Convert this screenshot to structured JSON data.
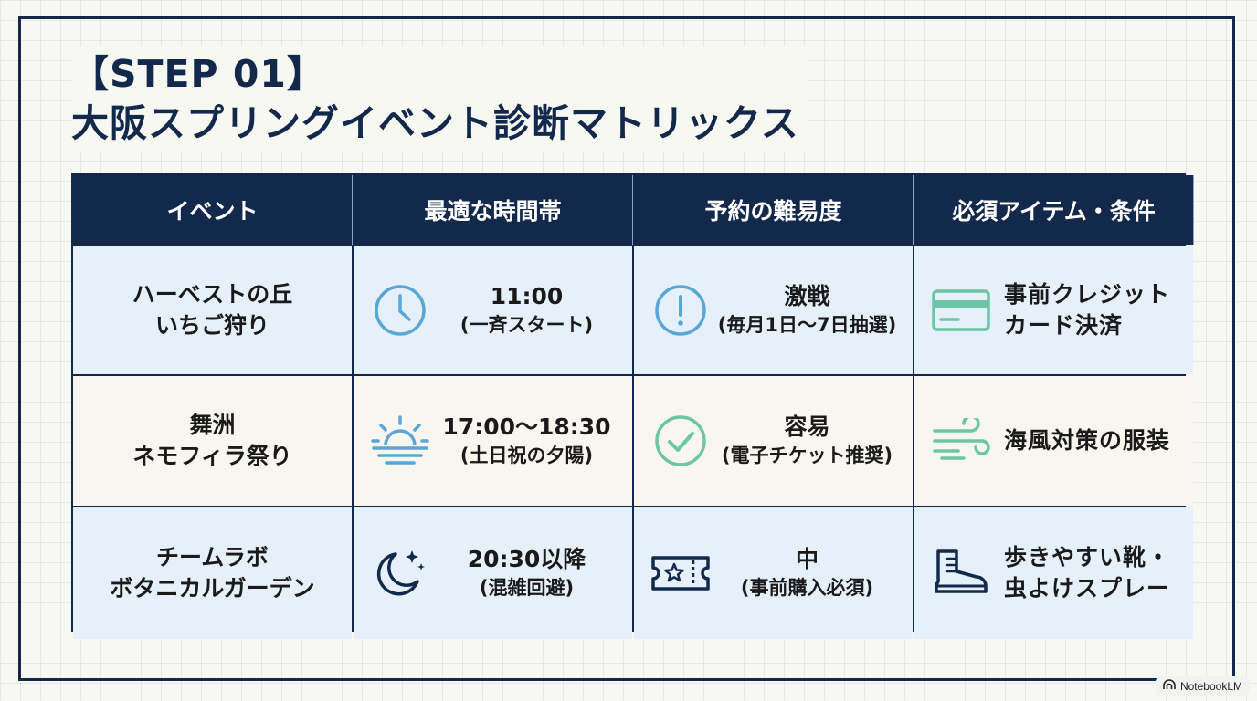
{
  "title": {
    "line1": "【STEP 01】",
    "line2": "大阪スプリングイベント診断マトリックス"
  },
  "headers": [
    "イベント",
    "最適な時間帯",
    "予約の難易度",
    "必須アイテム・条件"
  ],
  "rows": [
    {
      "event": [
        "ハーベストの丘",
        "いちご狩り"
      ],
      "time": {
        "main": "11:00",
        "sub": "(一斉スタート)",
        "icon": "clock-icon"
      },
      "difficulty": {
        "main": "激戦",
        "sub": "(毎月1日〜7日抽選)",
        "icon": "alert-icon"
      },
      "items": {
        "lines": [
          "事前クレジット",
          "カード決済"
        ],
        "icon": "credit-card-icon"
      }
    },
    {
      "event": [
        "舞洲",
        "ネモフィラ祭り"
      ],
      "time": {
        "main": "17:00〜18:30",
        "sub": "(土日祝の夕陽)",
        "icon": "sunset-icon"
      },
      "difficulty": {
        "main": "容易",
        "sub": "(電子チケット推奨)",
        "icon": "check-circle-icon"
      },
      "items": {
        "lines": [
          "海風対策の服装"
        ],
        "icon": "wind-icon"
      }
    },
    {
      "event": [
        "チームラボ",
        "ボタニカルガーデン"
      ],
      "time": {
        "main": "20:30以降",
        "sub": "(混雑回避)",
        "icon": "moon-stars-icon"
      },
      "difficulty": {
        "main": "中",
        "sub": "(事前購入必須)",
        "icon": "ticket-icon"
      },
      "items": {
        "lines": [
          "歩きやすい靴・",
          "虫よけスプレー"
        ],
        "icon": "boot-icon"
      }
    }
  ],
  "colors": {
    "navy": "#13294b",
    "blue_icon": "#5aa6d6",
    "green_icon": "#6cc6a3",
    "row_blue": "#e5f0fb",
    "row_cream": "#f8f6ee"
  },
  "brand": {
    "label": "NotebookLM",
    "icon": "notebooklm-logo-icon"
  }
}
